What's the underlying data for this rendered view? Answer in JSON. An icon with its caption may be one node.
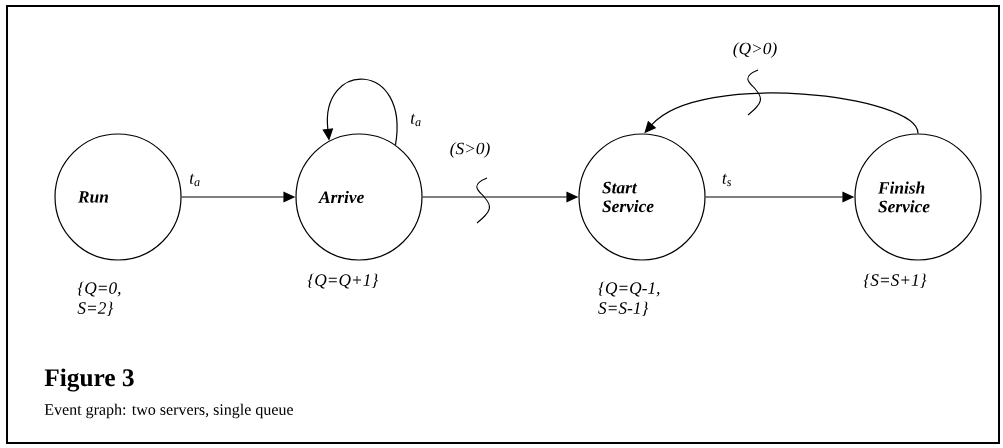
{
  "diagram": {
    "title": "Figure 3",
    "caption": "Event graph: two servers, single queue",
    "nodes": [
      {
        "text": [
          "Run"
        ],
        "beside": [
          "{Q=0, S=2}"
        ]
      },
      {
        "text": [
          "Arrive"
        ],
        "beside": [
          "{Q=Q+1}"
        ]
      },
      {
        "text": [
          "Start Service"
        ],
        "beside": [
          "{Q=Q-1, S=S-1}"
        ]
      },
      {
        "text": [
          "Finish Service"
        ],
        "beside": [
          "{S=S+1}"
        ]
      }
    ],
    "edges": [
      {
        "from": 0,
        "to": 1,
        "arrow": "to",
        "label": "t$_{a}$"
      },
      {
        "from": 1,
        "to": 1,
        "arrow": "to",
        "label": "t$_{a}$"
      },
      {
        "from": 1,
        "to": 2,
        "arrow": "to",
        "label": "(S>0)"
      },
      {
        "from": 2,
        "to": 3,
        "arrow": "to",
        "label": "t$_{s}$"
      },
      {
        "from": 3,
        "to": 2,
        "arrow": "to",
        "label": "(Q>0)"
      }
    ]
  }
}
